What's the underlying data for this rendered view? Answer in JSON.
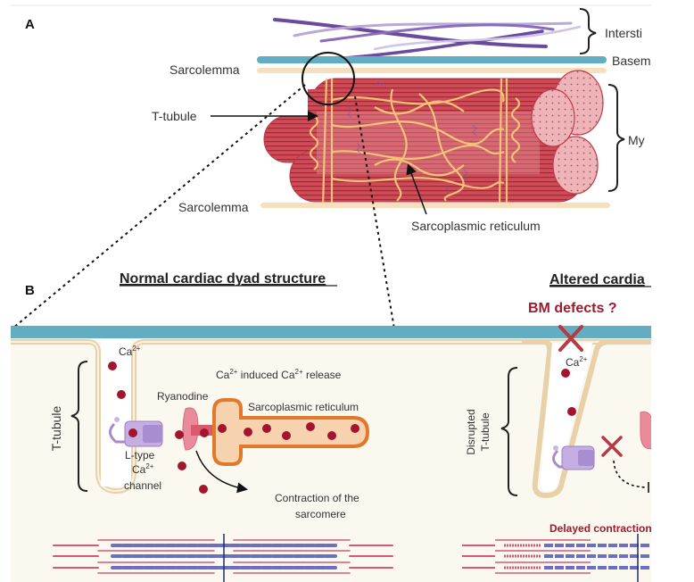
{
  "figure": {
    "panel_a": {
      "label": "A",
      "labels": {
        "interstitium": "Intersti",
        "basement_membrane": "Basem",
        "myofibrils": "My",
        "sarcolemma_top": "Sarcolemma",
        "t_tubule": "T-tubule",
        "sarcolemma_bottom": "Sarcolemma",
        "sarcoplasmic_reticulum": "Sarcoplasmic reticulum"
      }
    },
    "panel_b": {
      "label": "B",
      "normal": {
        "title": "Normal cardiac dyad structure",
        "t_tubule": "T-tubule",
        "ca_ion": "Ca",
        "ca_sup": "2+",
        "cicr_part1": "Ca",
        "cicr_sup1": "2+",
        "cicr_part2": " induced Ca",
        "cicr_sup2": "2+",
        "cicr_part3": " release",
        "ryanodine": "Ryanodine",
        "sarcoplasmic_reticulum": "Sarcoplasmic reticulum",
        "ltype_line1": "L-type",
        "ltype_line2": "Ca",
        "ltype_sup": "2+",
        "ltype_line3": "channel",
        "contraction_line1": "Contraction of the",
        "contraction_line2": "sarcomere"
      },
      "altered": {
        "title": "Altered cardia",
        "bm_defects": "BM defects ?",
        "ca_ion": "Ca",
        "ca_sup": "2+",
        "disrupted_line1": "Disrupted",
        "disrupted_line2": "T-tubule",
        "delayed": "Delayed contraction o"
      }
    },
    "colors": {
      "basement_membrane": "#62adc1",
      "sarcolemma": "#f4dcb3",
      "muscle": "#c8434f",
      "muscle_light": "#e8a3a8",
      "calcium": "#a3142e",
      "sr_fill": "#f6d2ae",
      "sr_border": "#e07a2a",
      "channel": "#b8a0d8",
      "ryr": "#e98a9a",
      "collagen": "#6a4a9c",
      "alert": "#9b1c2c",
      "cytoplasm": "#fbf8f0"
    }
  }
}
